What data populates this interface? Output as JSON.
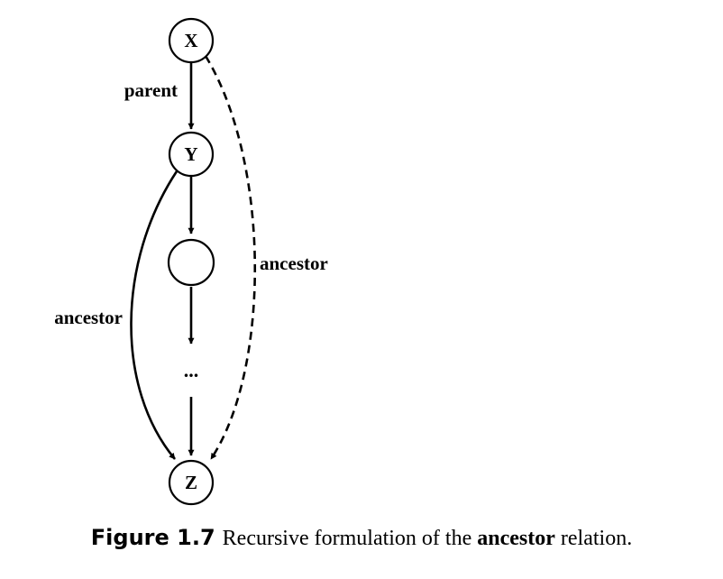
{
  "diagram": {
    "nodes": {
      "x": "X",
      "y": "Y",
      "middle": "",
      "ellipsis": "...",
      "z": "Z"
    },
    "edges": {
      "parent": "parent",
      "ancestor_right": "ancestor",
      "ancestor_left": "ancestor"
    }
  },
  "caption": {
    "figure_number": "Figure 1.7",
    "text_before": "Recursive formulation of the ",
    "term": "ancestor",
    "text_after": " relation."
  }
}
